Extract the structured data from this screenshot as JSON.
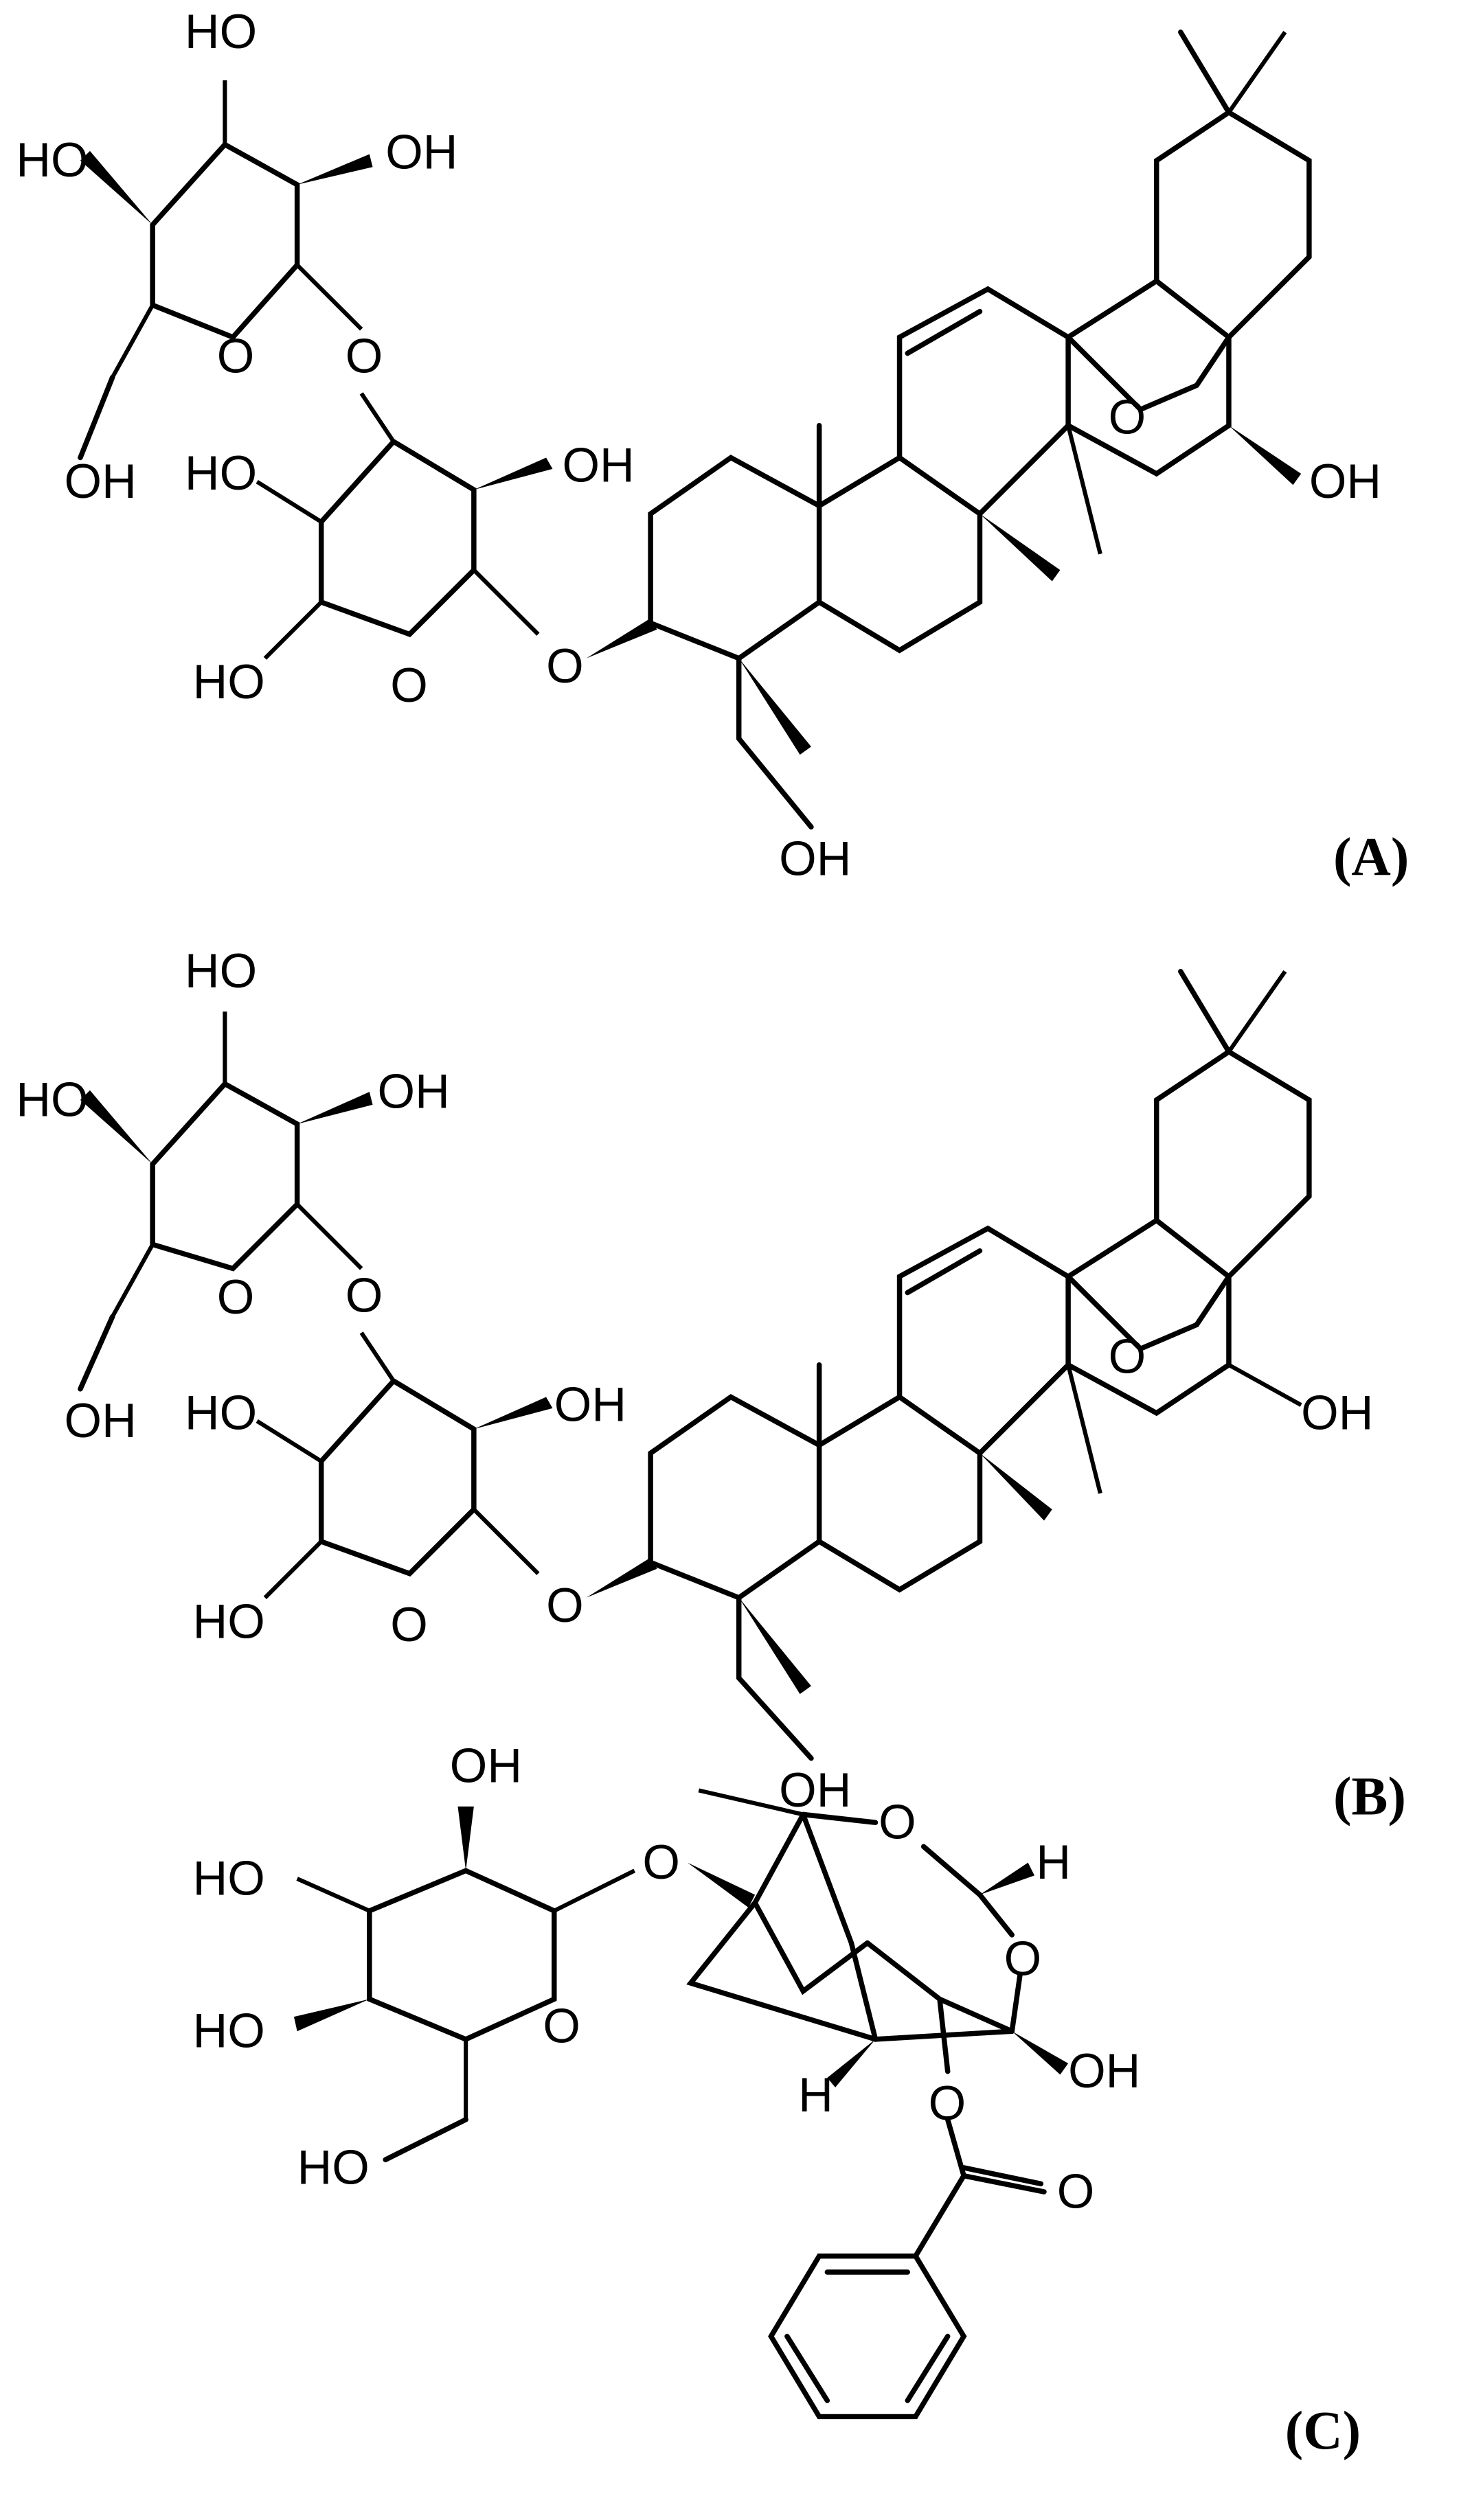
{
  "structures": [
    {
      "label": "(A)"
    },
    {
      "label": "(B)"
    },
    {
      "label": "(C)"
    }
  ],
  "atoms": {
    "ho": "HO",
    "oh": "OH",
    "o": "O",
    "h": "H"
  }
}
